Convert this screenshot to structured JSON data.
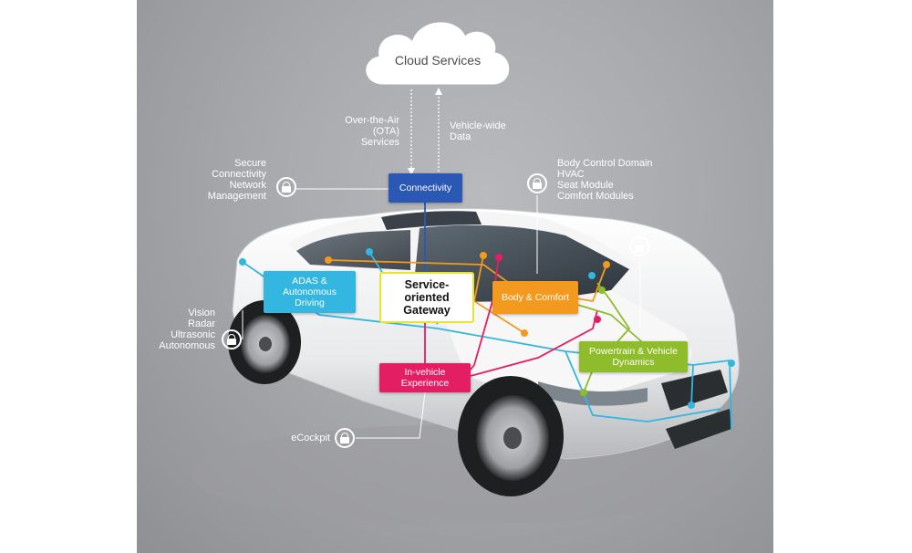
{
  "cloud": {
    "label": "Cloud Services"
  },
  "ota_label": "Over-the-Air\n(OTA)\nServices",
  "vehicle_data_label": "Vehicle-wide\nData",
  "secure_label": "Secure\nConnectivity\nNetwork\nManagement",
  "body_domain_label": "Body Control Domain\nHVAC\nSeat Module\nComfort Modules",
  "sensing_label": "Vision\nRadar\nUltrasonic\nAutonomous",
  "ecockpit_label": "eCockpit",
  "gateway_label": "Service-\noriented\nGateway",
  "boxes": {
    "connectivity": {
      "label": "Connectivity",
      "color": "#2b58b4"
    },
    "adas": {
      "label": "ADAS &\nAutonomous\nDriving",
      "color": "#33b6df"
    },
    "body_comfort": {
      "label": "Body & Comfort",
      "color": "#f39a1e"
    },
    "powertrain": {
      "label": "Powertrain & Vehicle\nDynamics",
      "color": "#8fbc2a"
    },
    "infotainment": {
      "label": "In-vehicle\nExperience",
      "color": "#e41e63"
    }
  },
  "icons": [
    "cloud-icon",
    "lock-icon",
    "car-illustration"
  ]
}
